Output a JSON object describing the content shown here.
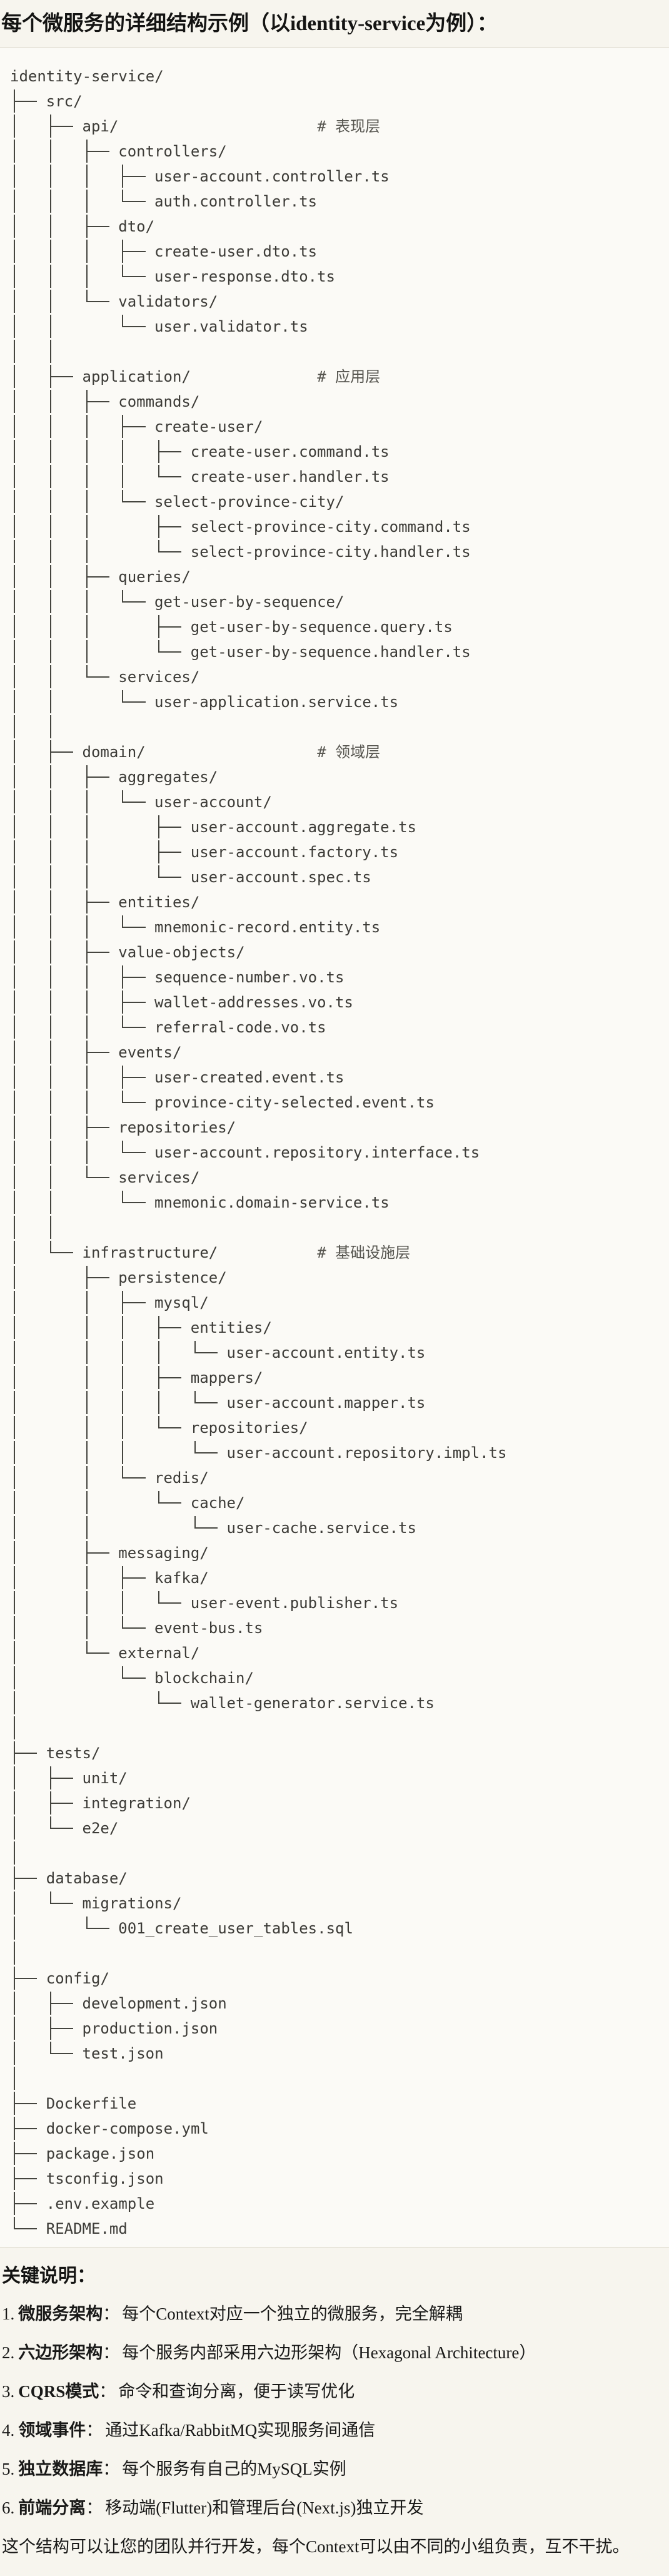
{
  "title": "每个微服务的详细结构示例（以identity-service为例）：",
  "tree": {
    "lines": [
      "identity-service/",
      "├── src/",
      "│   ├── api/                      # 表现层",
      "│   │   ├── controllers/",
      "│   │   │   ├── user-account.controller.ts",
      "│   │   │   └── auth.controller.ts",
      "│   │   ├── dto/",
      "│   │   │   ├── create-user.dto.ts",
      "│   │   │   └── user-response.dto.ts",
      "│   │   └── validators/",
      "│   │       └── user.validator.ts",
      "│   │",
      "│   ├── application/              # 应用层",
      "│   │   ├── commands/",
      "│   │   │   ├── create-user/",
      "│   │   │   │   ├── create-user.command.ts",
      "│   │   │   │   └── create-user.handler.ts",
      "│   │   │   └── select-province-city/",
      "│   │   │       ├── select-province-city.command.ts",
      "│   │   │       └── select-province-city.handler.ts",
      "│   │   ├── queries/",
      "│   │   │   └── get-user-by-sequence/",
      "│   │   │       ├── get-user-by-sequence.query.ts",
      "│   │   │       └── get-user-by-sequence.handler.ts",
      "│   │   └── services/",
      "│   │       └── user-application.service.ts",
      "│   │",
      "│   ├── domain/                   # 领域层",
      "│   │   ├── aggregates/",
      "│   │   │   └── user-account/",
      "│   │   │       ├── user-account.aggregate.ts",
      "│   │   │       ├── user-account.factory.ts",
      "│   │   │       └── user-account.spec.ts",
      "│   │   ├── entities/",
      "│   │   │   └── mnemonic-record.entity.ts",
      "│   │   ├── value-objects/",
      "│   │   │   ├── sequence-number.vo.ts",
      "│   │   │   ├── wallet-addresses.vo.ts",
      "│   │   │   └── referral-code.vo.ts",
      "│   │   ├── events/",
      "│   │   │   ├── user-created.event.ts",
      "│   │   │   └── province-city-selected.event.ts",
      "│   │   ├── repositories/",
      "│   │   │   └── user-account.repository.interface.ts",
      "│   │   └── services/",
      "│   │       └── mnemonic.domain-service.ts",
      "│   │",
      "│   └── infrastructure/           # 基础设施层",
      "│       ├── persistence/",
      "│       │   ├── mysql/",
      "│       │   │   ├── entities/",
      "│       │   │   │   └── user-account.entity.ts",
      "│       │   │   ├── mappers/",
      "│       │   │   │   └── user-account.mapper.ts",
      "│       │   │   └── repositories/",
      "│       │   │       └── user-account.repository.impl.ts",
      "│       │   └── redis/",
      "│       │       └── cache/",
      "│       │           └── user-cache.service.ts",
      "│       ├── messaging/",
      "│       │   ├── kafka/",
      "│       │   │   └── user-event.publisher.ts",
      "│       │   └── event-bus.ts",
      "│       └── external/",
      "│           └── blockchain/",
      "│               └── wallet-generator.service.ts",
      "│",
      "├── tests/",
      "│   ├── unit/",
      "│   ├── integration/",
      "│   └── e2e/",
      "│",
      "├── database/",
      "│   └── migrations/",
      "│       └── 001_create_user_tables.sql",
      "│",
      "├── config/",
      "│   ├── development.json",
      "│   ├── production.json",
      "│   └── test.json",
      "│",
      "├── Dockerfile",
      "├── docker-compose.yml",
      "├── package.json",
      "├── tsconfig.json",
      "├── .env.example",
      "└── README.md"
    ]
  },
  "notes": {
    "heading": "关键说明：",
    "label_separator": "：",
    "items": [
      {
        "num": "1.",
        "label": "微服务架构",
        "text": "每个Context对应一个独立的微服务，完全解耦"
      },
      {
        "num": "2.",
        "label": "六边形架构",
        "text": "每个服务内部采用六边形架构（Hexagonal Architecture）"
      },
      {
        "num": "3.",
        "label": "CQRS模式",
        "text": "命令和查询分离，便于读写优化"
      },
      {
        "num": "4.",
        "label": "领域事件",
        "text": "通过Kafka/RabbitMQ实现服务间通信"
      },
      {
        "num": "5.",
        "label": "独立数据库",
        "text": "每个服务有自己的MySQL实例"
      },
      {
        "num": "6.",
        "label": "前端分离",
        "text": "移动端(Flutter)和管理后台(Next.js)独立开发"
      }
    ],
    "footer": "这个结构可以让您的团队并行开发，每个Context可以由不同的小组负责，互不干扰。"
  },
  "colors": {
    "page_bg": "#f7f5ee",
    "block_bg": "#fbfaf6",
    "block_border": "#dcd8cb",
    "tree_stroke": "#45453f",
    "code_text": "#3c3b37",
    "comment_text": "#55544e",
    "body_text": "#191918",
    "title_text": "#141413"
  }
}
